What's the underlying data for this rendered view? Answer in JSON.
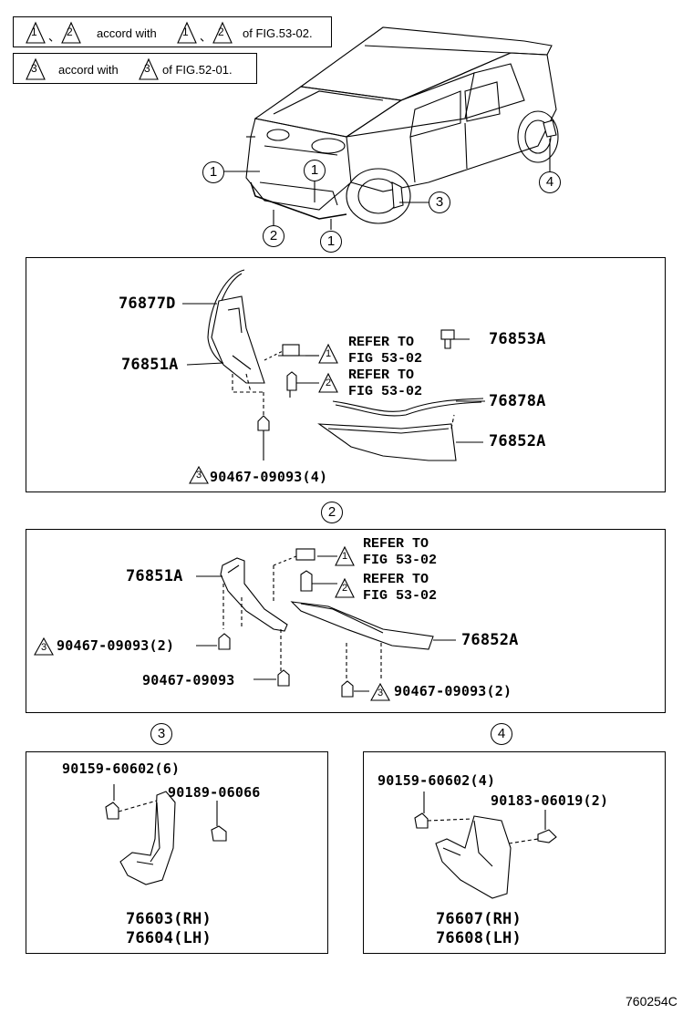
{
  "legend": {
    "row1": {
      "tri_a": "1",
      "sep": "、",
      "tri_b": "2",
      "mid": "accord with",
      "tri_c": "1",
      "sep2": "、",
      "tri_d": "2",
      "tail": "of FIG.53-02."
    },
    "row2": {
      "tri_a": "3",
      "mid": "accord with",
      "tri_b": "3",
      "tail": "of FIG.52-01."
    }
  },
  "overview": {
    "callouts": [
      "1",
      "1",
      "2",
      "1",
      "3",
      "4"
    ]
  },
  "panel1": {
    "parts": {
      "p76877D": "76877D",
      "p76851A": "76851A",
      "p76853A": "76853A",
      "p76878A": "76878A",
      "p76852A": "76852A",
      "p90467": "90467-09093(4)"
    },
    "refs": [
      {
        "tri": "1",
        "line1": "REFER TO",
        "line2": "FIG 53-02"
      },
      {
        "tri": "2",
        "line1": "REFER TO",
        "line2": "FIG 53-02"
      }
    ],
    "screw_tri": "3"
  },
  "panel2": {
    "label": "2",
    "parts": {
      "p76851A": "76851A",
      "p76852A": "76852A",
      "p90467a": "90467-09093(2)",
      "p90467b": "90467-09093",
      "p90467c": "90467-09093(2)"
    },
    "refs": [
      {
        "tri": "1",
        "line1": "REFER TO",
        "line2": "FIG 53-02"
      },
      {
        "tri": "2",
        "line1": "REFER TO",
        "line2": "FIG 53-02"
      }
    ],
    "screw_tri_a": "3",
    "screw_tri_c": "3"
  },
  "panel3": {
    "label": "3",
    "parts": {
      "bolt": "90159-60602(6)",
      "clip": "90189-06066",
      "rh": "76603(RH)",
      "lh": "76604(LH)"
    }
  },
  "panel4": {
    "label": "4",
    "parts": {
      "bolt": "90159-60602(4)",
      "clip": "90183-06019(2)",
      "rh": "76607(RH)",
      "lh": "76608(LH)"
    }
  },
  "figure_id": "760254C"
}
